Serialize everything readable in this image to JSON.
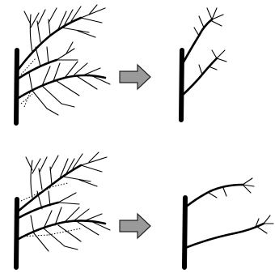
{
  "diagram": {
    "description_rows": [
      {
        "before": "tree-full-crown",
        "after": "tree-thinned-crown"
      },
      {
        "before": "tree-full-crown",
        "after": "tree-heavily-pruned"
      }
    ],
    "colors": {
      "ink": "#000000",
      "arrow_fill": "#9a9a9a",
      "arrow_stroke": "#222222",
      "background": "#ffffff"
    }
  }
}
